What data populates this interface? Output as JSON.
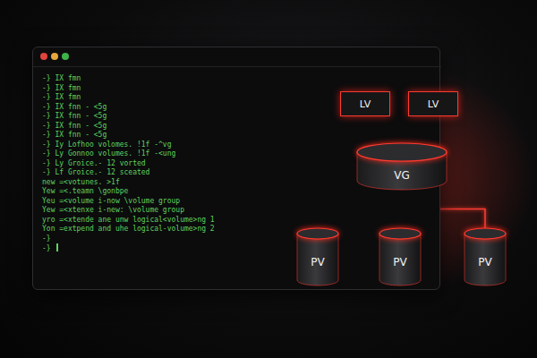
{
  "diagram": {
    "nodes": [
      {
        "text": [
          "-} IX fmn",
          "-} IX fmn",
          "-} IX fmn",
          "-} IX fnn - <5g",
          "-} IX fnn - <5g",
          "-} IX fnn - <5g",
          "-} IX fnn - <5g",
          "-} Iy Lofhoo volomes. !1f -^vg",
          "-} Ly Gonnoo volumes. !1f -<ung",
          "-} Ly Groice.- 12 vorted",
          "-} Lf Groice.- 12 sceated",
          "new =<votunes. >1f",
          "Yew =<.teamn \\gonbpe",
          "Yeu =<volume i-now \\volume group",
          "Yew =<xtenxe i-new: \\volume group",
          "yro =<xtende ane unw logical<volume>ng 1",
          "Yon =extpend and uhe logical-volume>ng 2",
          "-}",
          "-}"
        ]
      },
      {
        "text": [
          "LV"
        ]
      },
      {
        "text": [
          "LV"
        ]
      },
      {
        "text": [
          "VG"
        ]
      },
      {
        "text": [
          "PV"
        ]
      },
      {
        "text": [
          "PV"
        ]
      },
      {
        "text": [
          "PV"
        ]
      }
    ],
    "edges": [
      {
        "from": 1,
        "to": 3,
        "arrow": "none"
      },
      {
        "from": 2,
        "to": 3,
        "arrow": "none"
      },
      {
        "from": 3,
        "to": 4,
        "arrow": "none"
      },
      {
        "from": 3,
        "to": 5,
        "arrow": "none"
      },
      {
        "from": 3,
        "to": 6,
        "arrow": "none"
      }
    ]
  }
}
